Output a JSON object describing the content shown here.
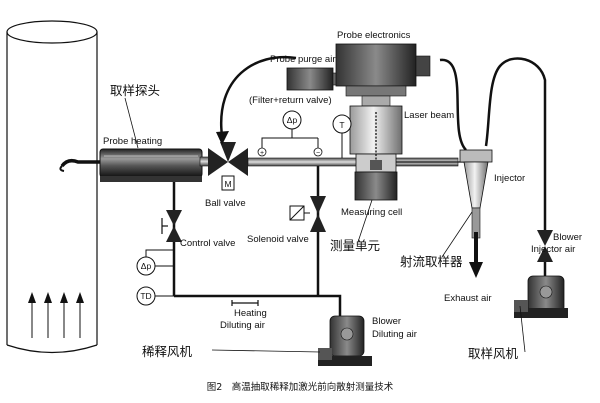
{
  "caption": "图2　高温抽取稀释加激光前向散射测量技术",
  "labels": {
    "probe_electronics": "Probe electronics",
    "probe_purge_air": "Probe purge air",
    "filter_return_valve": "(Filter+return valve)",
    "laser_beam": "Laser beam",
    "probe_heating": "Probe heating",
    "ball_valve": "Ball valve",
    "measuring_cell": "Measuring cell",
    "injector": "Injector",
    "solenoid_valve": "Solenoid valve",
    "control_valve": "Control valve",
    "exhaust_air": "Exhaust air",
    "blower": "Blower",
    "injector_air": "Injector air",
    "heating": "Heating",
    "diluting_air": "Diluting air",
    "sampling_probe_cn": "取样探头",
    "measuring_unit_cn": "测量单元",
    "jet_sampler_cn": "射流取样器",
    "dilution_fan_cn": "稀释风机",
    "sampling_fan_cn": "取样风机",
    "dp_symbol": "Δp",
    "t_symbol": "T",
    "td_symbol": "TD",
    "motor_symbol": "M",
    "plus_sign": "+",
    "minus_sign": "−"
  },
  "colors": {
    "line": "#111111",
    "background": "#ffffff"
  }
}
